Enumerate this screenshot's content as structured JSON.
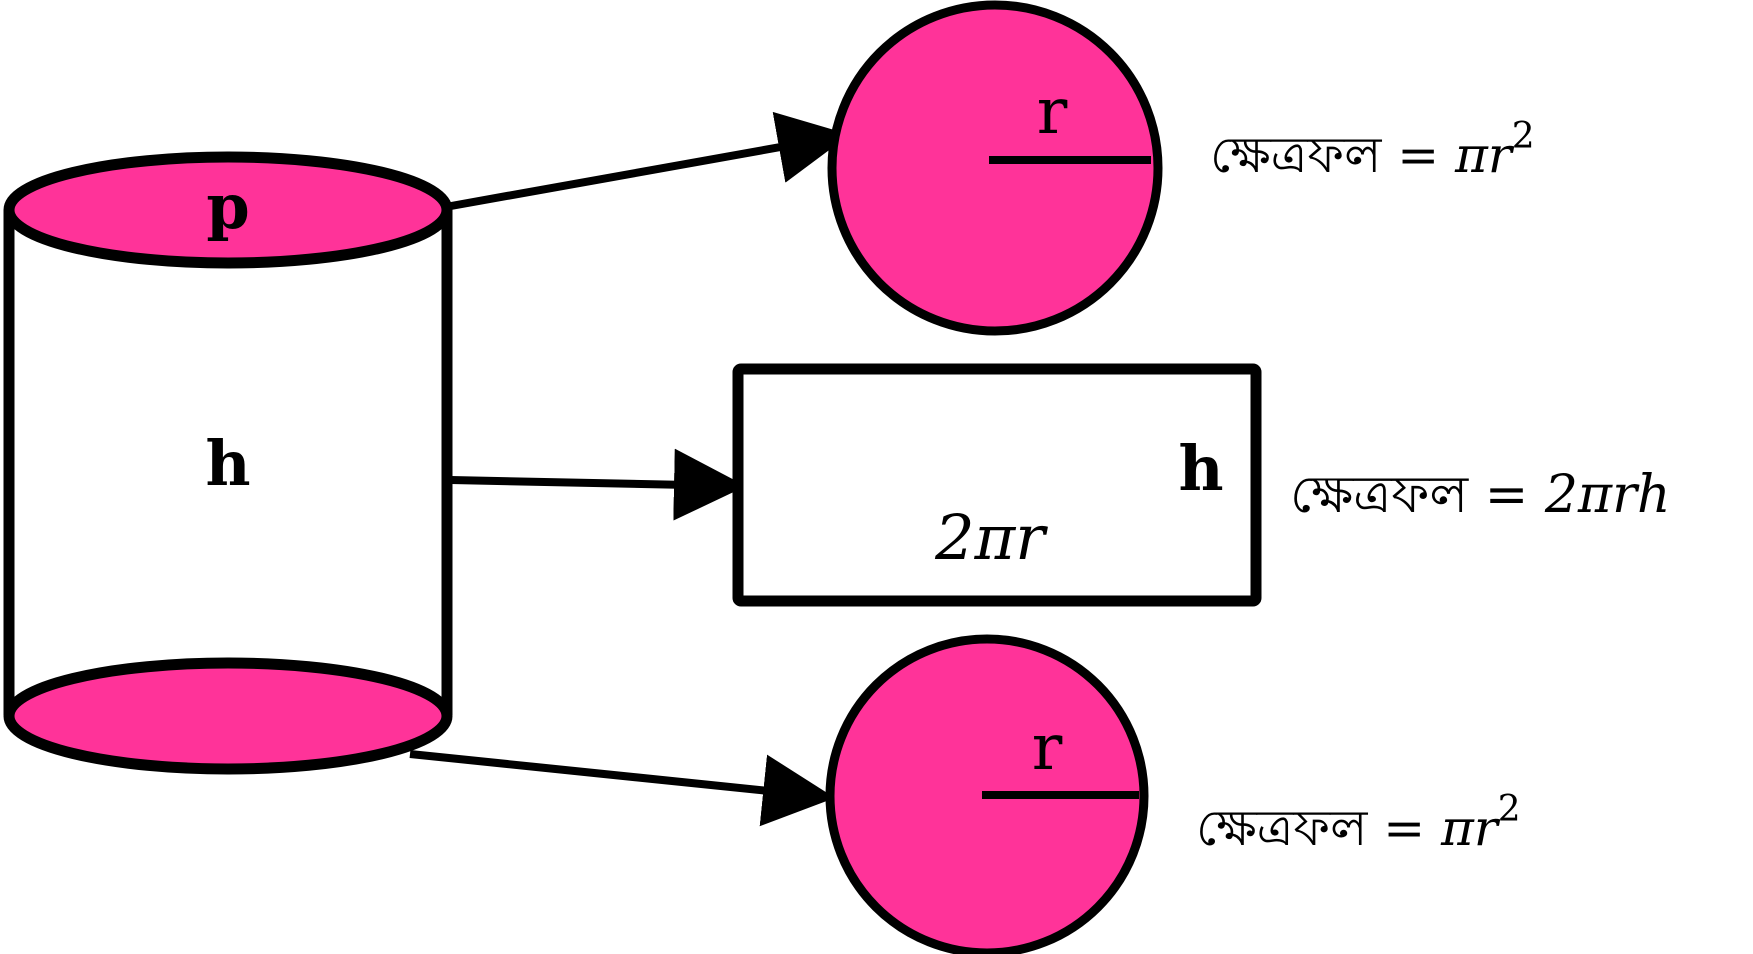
{
  "colors": {
    "fill_pink": "#FF3399",
    "stroke": "#000000",
    "background": "#FFFFFF"
  },
  "cylinder": {
    "top_label": "p",
    "height_label": "h"
  },
  "top_circle": {
    "radius_label": "r",
    "formula": {
      "word": "ক্ষেত্রফল",
      "equals": " = ",
      "expr": "πr",
      "superscript": "2"
    }
  },
  "rectangle": {
    "height_label": "h",
    "width_label": "2πr",
    "formula": {
      "word": "ক্ষেত্রফল",
      "equals": " = ",
      "expr": "2πrh"
    }
  },
  "bottom_circle": {
    "radius_label": "r",
    "formula": {
      "word": "ক্ষেত্রফল",
      "equals": " = ",
      "expr": "πr",
      "superscript": "2"
    }
  }
}
